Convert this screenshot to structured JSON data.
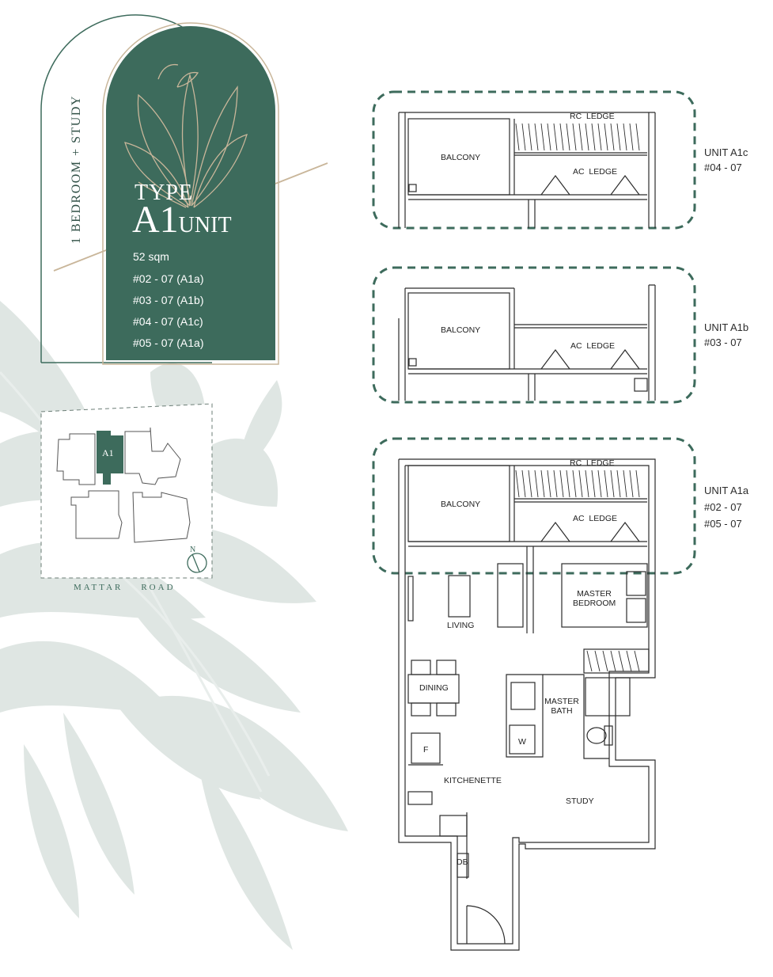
{
  "side_label": "1 BEDROOM + STUDY",
  "type_card": {
    "type_word": "TYPE",
    "type_code": "A1",
    "type_suffix": "UNIT",
    "area": "52 sqm",
    "units": [
      "#02 - 07 (A1a)",
      "#03 - 07 (A1b)",
      "#04 - 07 (A1c)",
      "#05 - 07 (A1a)"
    ]
  },
  "key_plan": {
    "unit_tag": "A1",
    "road": "MATTAR    ROAD",
    "north": "N"
  },
  "variants": [
    {
      "name": "UNIT A1c",
      "floors": [
        "#04 - 07"
      ]
    },
    {
      "name": "UNIT A1b",
      "floors": [
        "#03 - 07"
      ]
    },
    {
      "name": "UNIT A1a",
      "floors": [
        "#02 - 07",
        "#05 - 07"
      ]
    }
  ],
  "rooms": {
    "rc_ledge": "RC  LEDGE",
    "ac_ledge": "AC  LEDGE",
    "balcony": "BALCONY",
    "living": "LIVING",
    "dining": "DINING",
    "master_bedroom": "MASTER\nBEDROOM",
    "master_bath": "MASTER\nBATH",
    "kitchenette": "KITCHENETTE",
    "study": "STUDY",
    "db": "DB",
    "fridge": "F",
    "washer": "W"
  },
  "colors": {
    "brand_green": "#3d6b5c",
    "gold_line": "#c9b69a",
    "leaf_grey": "#dbe3df",
    "dash_green": "#3d6b5c"
  }
}
